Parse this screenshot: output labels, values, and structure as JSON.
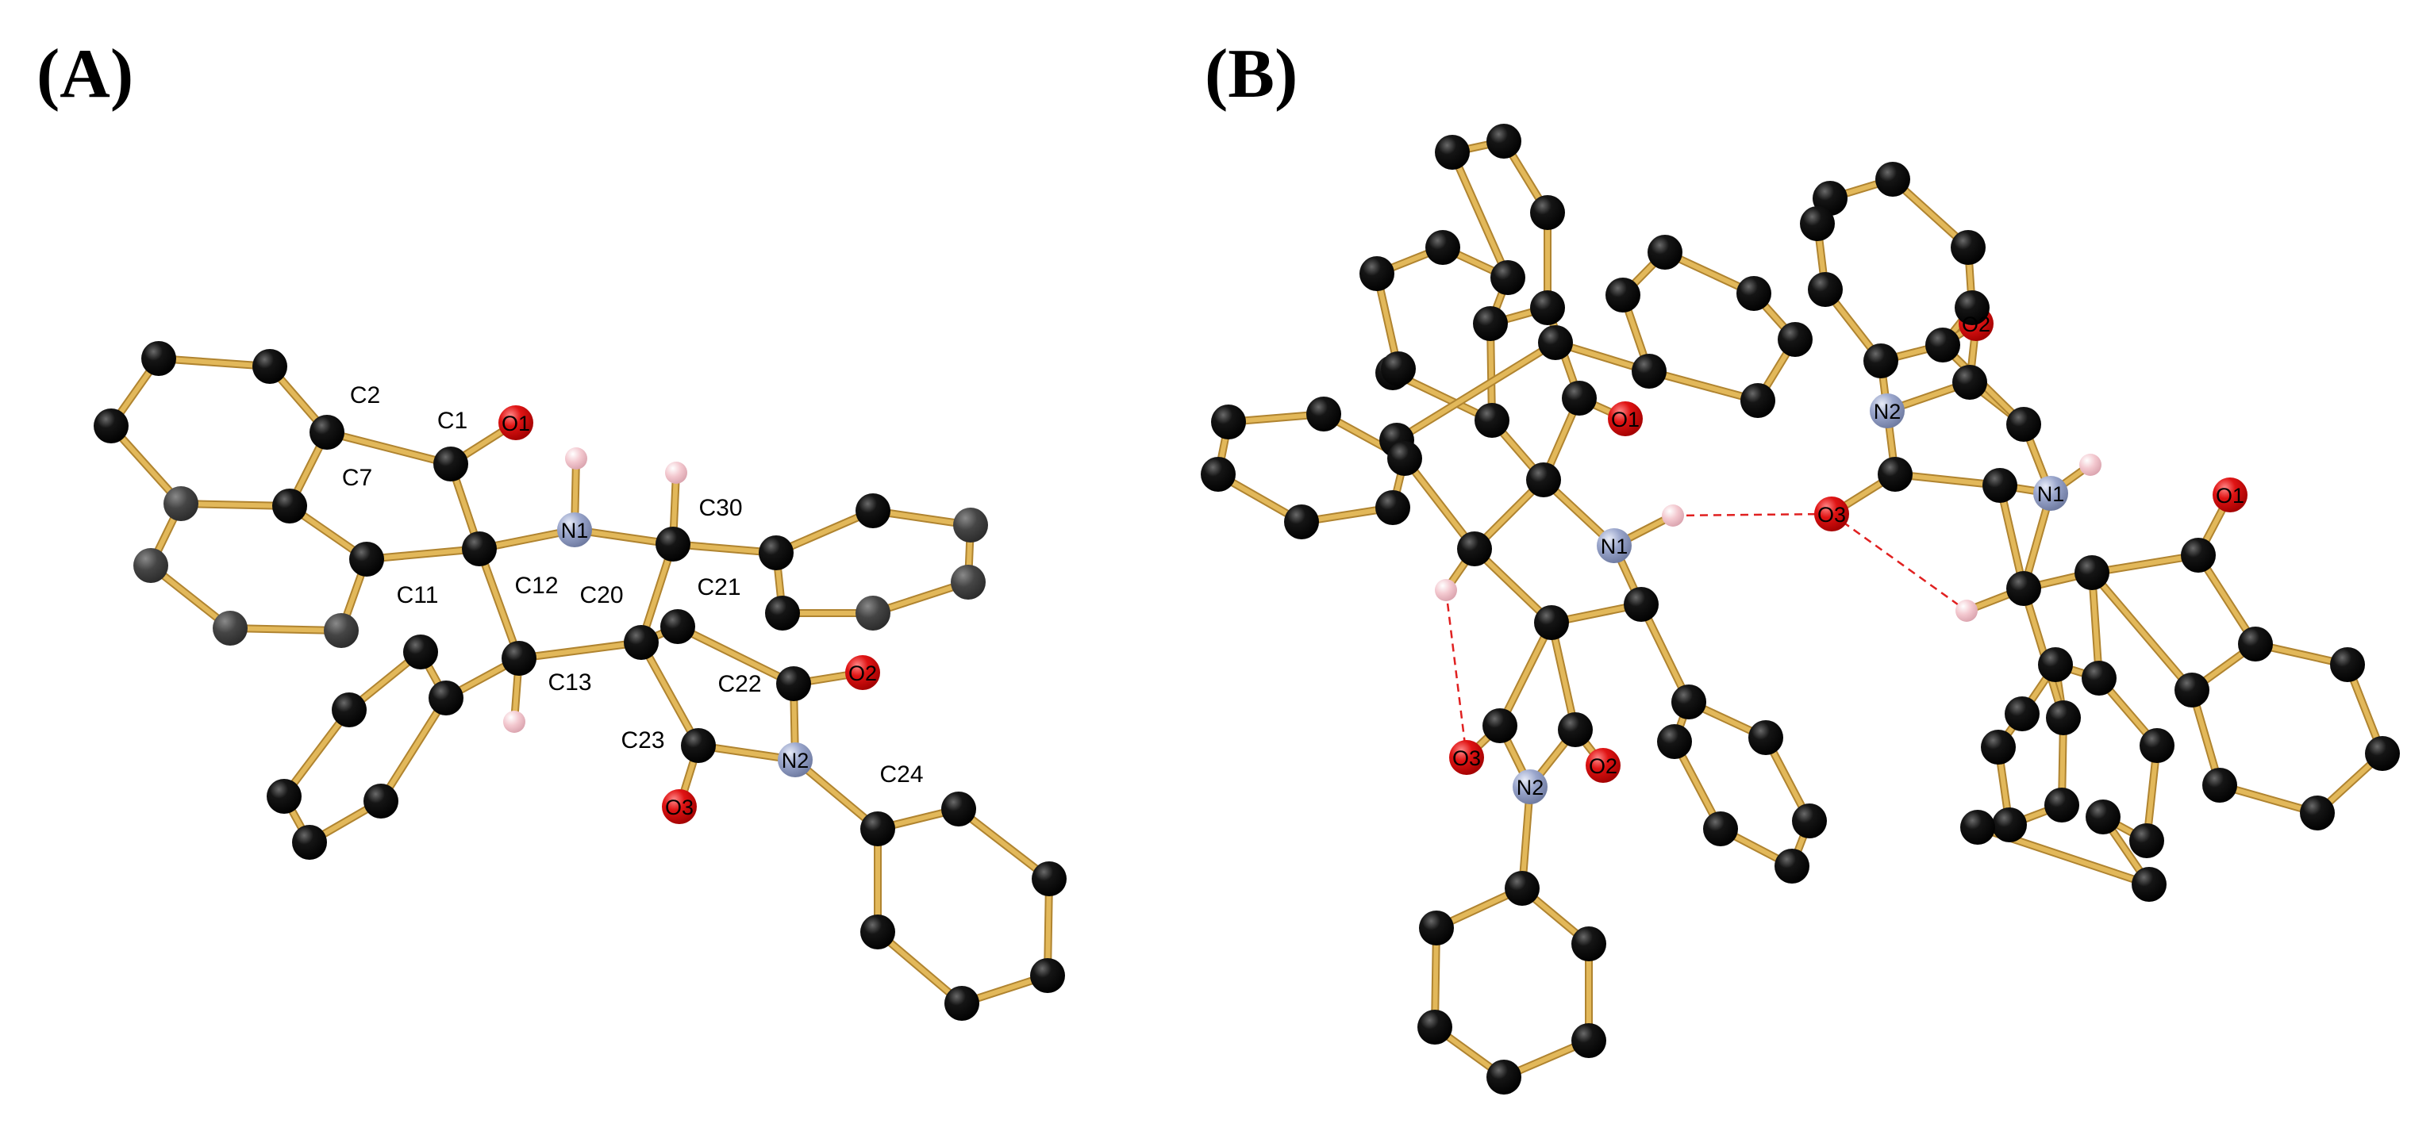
{
  "panels": [
    {
      "label": "(A)",
      "atoms": [
        {
          "id": "a0",
          "el": "C"
        },
        {
          "id": "a1",
          "el": "C"
        },
        {
          "id": "a2",
          "el": "C",
          "label": "C2"
        },
        {
          "id": "a3",
          "el": "C",
          "label": "C7"
        },
        {
          "id": "a4",
          "el": "C",
          "shade": "dark"
        },
        {
          "id": "a5",
          "el": "C"
        },
        {
          "id": "a6",
          "el": "C",
          "shade": "dark"
        },
        {
          "id": "a7",
          "el": "C",
          "shade": "dark"
        },
        {
          "id": "a8",
          "el": "C",
          "label": "C11"
        },
        {
          "id": "a9",
          "el": "C",
          "shade": "dark"
        },
        {
          "id": "a10",
          "el": "C",
          "label": "C1"
        },
        {
          "id": "a11",
          "el": "O",
          "label": "O1",
          "inside": true
        },
        {
          "id": "a12",
          "el": "H"
        },
        {
          "id": "a13",
          "el": "N",
          "label": "N1",
          "inside": true
        },
        {
          "id": "a14",
          "el": "C",
          "label": "C12"
        },
        {
          "id": "a15",
          "el": "C",
          "label": "C13"
        },
        {
          "id": "a16",
          "el": "H"
        },
        {
          "id": "a17",
          "el": "C",
          "label": "C20"
        },
        {
          "id": "a18",
          "el": "C",
          "label": "C30"
        },
        {
          "id": "a19",
          "el": "H"
        },
        {
          "id": "a20",
          "el": "C"
        },
        {
          "id": "a21",
          "el": "C"
        },
        {
          "id": "a22",
          "el": "C",
          "shade": "dark"
        },
        {
          "id": "a23",
          "el": "C",
          "shade": "dark"
        },
        {
          "id": "a24",
          "el": "C",
          "shade": "dark"
        },
        {
          "id": "a25",
          "el": "C"
        },
        {
          "id": "a26",
          "el": "C",
          "label": "C21"
        },
        {
          "id": "a27",
          "el": "C",
          "label": "C22"
        },
        {
          "id": "a28",
          "el": "O",
          "label": "O2",
          "inside": true
        },
        {
          "id": "a29",
          "el": "N",
          "label": "N2",
          "inside": true
        },
        {
          "id": "a30",
          "el": "C",
          "label": "C23"
        },
        {
          "id": "a31",
          "el": "O",
          "label": "O3",
          "inside": true
        },
        {
          "id": "a32",
          "el": "C",
          "label": "C24"
        },
        {
          "id": "a33",
          "el": "C"
        },
        {
          "id": "a34",
          "el": "C"
        },
        {
          "id": "a35",
          "el": "C"
        },
        {
          "id": "a36",
          "el": "C"
        },
        {
          "id": "a37",
          "el": "C"
        },
        {
          "id": "a38",
          "el": "C"
        },
        {
          "id": "a39",
          "el": "C"
        },
        {
          "id": "a40",
          "el": "C"
        },
        {
          "id": "a41",
          "el": "C"
        },
        {
          "id": "a42",
          "el": "C"
        },
        {
          "id": "a43",
          "el": "C"
        }
      ]
    },
    {
      "label": "(B)",
      "atoms": [
        {
          "id": "b0",
          "el": "C"
        },
        {
          "id": "b1",
          "el": "C"
        },
        {
          "id": "b2",
          "el": "C"
        },
        {
          "id": "b3",
          "el": "C"
        },
        {
          "id": "b4",
          "el": "C"
        },
        {
          "id": "b5",
          "el": "C"
        },
        {
          "id": "b6",
          "el": "C"
        },
        {
          "id": "b7",
          "el": "C"
        },
        {
          "id": "b8",
          "el": "C"
        },
        {
          "id": "b9",
          "el": "C"
        },
        {
          "id": "b10",
          "el": "C"
        },
        {
          "id": "b11",
          "el": "O",
          "label": "O1",
          "inside": true
        },
        {
          "id": "b12",
          "el": "C"
        },
        {
          "id": "b13",
          "el": "N",
          "label": "N1",
          "inside": true
        },
        {
          "id": "b14",
          "el": "H"
        },
        {
          "id": "b15",
          "el": "C"
        },
        {
          "id": "b16",
          "el": "H"
        },
        {
          "id": "b17",
          "el": "C"
        },
        {
          "id": "b18",
          "el": "C"
        },
        {
          "id": "b19",
          "el": "C"
        },
        {
          "id": "b20",
          "el": "C"
        },
        {
          "id": "b21",
          "el": "C"
        },
        {
          "id": "b22",
          "el": "C"
        },
        {
          "id": "b23",
          "el": "C"
        },
        {
          "id": "b24",
          "el": "C"
        },
        {
          "id": "b25",
          "el": "C"
        },
        {
          "id": "b26",
          "el": "C"
        },
        {
          "id": "b27",
          "el": "O",
          "label": "O3",
          "inside": true
        },
        {
          "id": "b28",
          "el": "O",
          "label": "O2",
          "inside": true
        },
        {
          "id": "b29",
          "el": "N",
          "label": "N2",
          "inside": true
        },
        {
          "id": "b30",
          "el": "C"
        },
        {
          "id": "b31",
          "el": "C"
        },
        {
          "id": "b32",
          "el": "C"
        },
        {
          "id": "b33",
          "el": "C"
        },
        {
          "id": "b34",
          "el": "C"
        },
        {
          "id": "b35",
          "el": "C"
        },
        {
          "id": "b36",
          "el": "C"
        },
        {
          "id": "b37",
          "el": "C"
        },
        {
          "id": "b38",
          "el": "C"
        },
        {
          "id": "b39",
          "el": "C"
        },
        {
          "id": "b40",
          "el": "C"
        },
        {
          "id": "b41",
          "el": "C"
        },
        {
          "id": "b42",
          "el": "C"
        },
        {
          "id": "b43",
          "el": "C"
        },
        {
          "id": "b44",
          "el": "C"
        },
        {
          "id": "b45",
          "el": "C"
        },
        {
          "id": "b46",
          "el": "C"
        },
        {
          "id": "b47",
          "el": "C"
        },
        {
          "id": "b48",
          "el": "C"
        },
        {
          "id": "b49",
          "el": "C"
        },
        {
          "id": "b50",
          "el": "C"
        },
        {
          "id": "c0",
          "el": "N",
          "label": "N2",
          "inside": true
        },
        {
          "id": "c1",
          "el": "C"
        },
        {
          "id": "c2",
          "el": "O",
          "label": "O3",
          "inside": true
        },
        {
          "id": "c3",
          "el": "C"
        },
        {
          "id": "c4",
          "el": "O",
          "label": "O2",
          "inside": true
        },
        {
          "id": "c5",
          "el": "C"
        },
        {
          "id": "c6",
          "el": "N",
          "label": "N1",
          "inside": true
        },
        {
          "id": "c7",
          "el": "H"
        },
        {
          "id": "c8",
          "el": "C"
        },
        {
          "id": "c9",
          "el": "C"
        },
        {
          "id": "c10",
          "el": "H"
        },
        {
          "id": "c11",
          "el": "C"
        },
        {
          "id": "c12",
          "el": "C"
        },
        {
          "id": "c13",
          "el": "O",
          "label": "O1",
          "inside": true
        },
        {
          "id": "c14",
          "el": "C"
        },
        {
          "id": "c15",
          "el": "C"
        },
        {
          "id": "c16",
          "el": "C"
        },
        {
          "id": "c17",
          "el": "C"
        },
        {
          "id": "c18",
          "el": "C"
        },
        {
          "id": "c19",
          "el": "C"
        },
        {
          "id": "c20",
          "el": "C"
        },
        {
          "id": "c21",
          "el": "C"
        },
        {
          "id": "c22",
          "el": "C"
        },
        {
          "id": "c23",
          "el": "C"
        },
        {
          "id": "c24",
          "el": "C"
        },
        {
          "id": "c25",
          "el": "C"
        },
        {
          "id": "c26",
          "el": "C"
        },
        {
          "id": "c27",
          "el": "C"
        },
        {
          "id": "c28",
          "el": "C"
        },
        {
          "id": "c29",
          "el": "C"
        },
        {
          "id": "c30",
          "el": "C"
        },
        {
          "id": "c31",
          "el": "C"
        },
        {
          "id": "c32",
          "el": "C"
        },
        {
          "id": "c33",
          "el": "C"
        },
        {
          "id": "c34",
          "el": "C"
        },
        {
          "id": "c35",
          "el": "C"
        },
        {
          "id": "c36",
          "el": "C"
        },
        {
          "id": "c37",
          "el": "C"
        },
        {
          "id": "c38",
          "el": "C"
        },
        {
          "id": "c39",
          "el": "C"
        }
      ]
    }
  ],
  "colors": {
    "carbon": "#0a0a0a",
    "carbon_dark": "#3d3d3d",
    "oxygen": "#e01010",
    "nitrogen": "#9aa6cc",
    "hydrogen": "#f3c8cf",
    "bond": "#e2b85a",
    "bond_shadow": "#b08430",
    "hbond": "#e02020"
  }
}
